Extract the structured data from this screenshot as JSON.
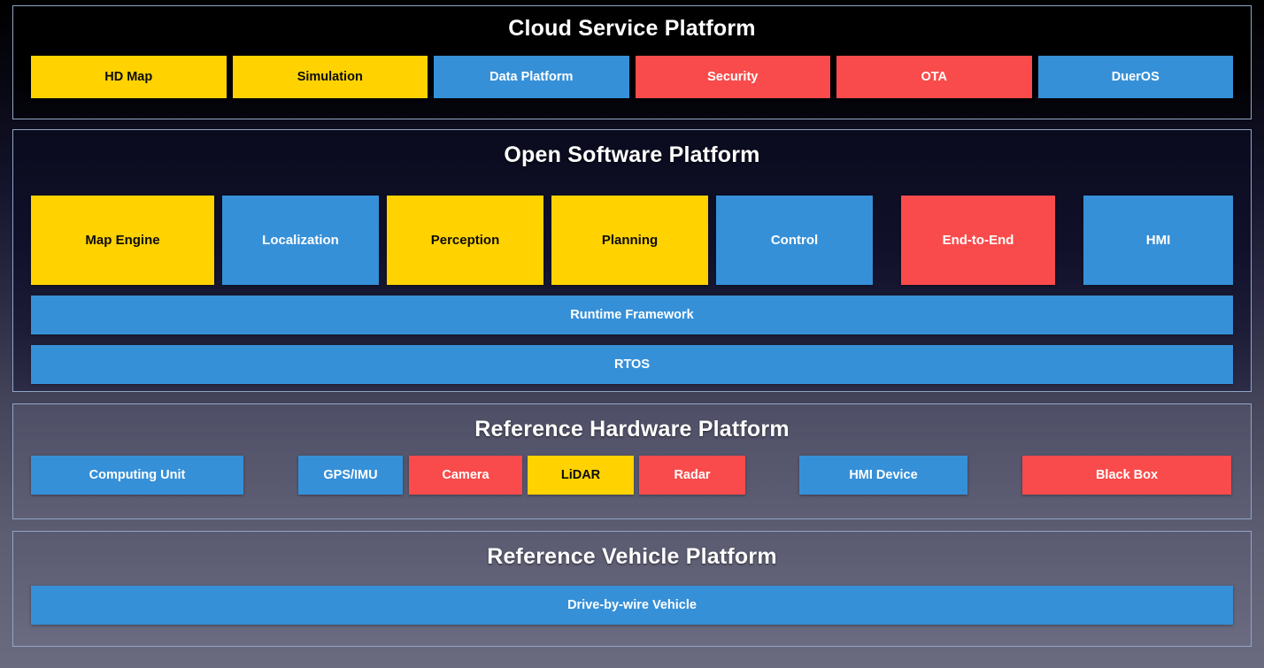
{
  "colors": {
    "yellow": "#ffd200",
    "blue": "#3690d8",
    "red": "#f94b4b",
    "panel_border": "#8fa6c4",
    "title_text": "#ffffff"
  },
  "layers": {
    "cloud": {
      "title": "Cloud Service Platform",
      "nodes": [
        {
          "label": "HD Map",
          "color": "yellow"
        },
        {
          "label": "Simulation",
          "color": "yellow"
        },
        {
          "label": "Data Platform",
          "color": "blue"
        },
        {
          "label": "Security",
          "color": "red"
        },
        {
          "label": "OTA",
          "color": "red"
        },
        {
          "label": "DuerOS",
          "color": "blue"
        }
      ]
    },
    "software": {
      "title": "Open Software Platform",
      "nodes": [
        {
          "label": "Map Engine",
          "color": "yellow"
        },
        {
          "label": "Localization",
          "color": "blue"
        },
        {
          "label": "Perception",
          "color": "yellow"
        },
        {
          "label": "Planning",
          "color": "yellow"
        },
        {
          "label": "Control",
          "color": "blue"
        },
        {
          "label": "End-to-End",
          "color": "red"
        },
        {
          "label": "HMI",
          "color": "blue"
        }
      ],
      "bars": [
        {
          "label": "Runtime Framework",
          "color": "blue"
        },
        {
          "label": "RTOS",
          "color": "blue"
        }
      ]
    },
    "hardware": {
      "title": "Reference Hardware Platform",
      "nodes": [
        {
          "label": "Computing Unit",
          "color": "blue"
        },
        {
          "label": "GPS/IMU",
          "color": "blue"
        },
        {
          "label": "Camera",
          "color": "red"
        },
        {
          "label": "LiDAR",
          "color": "yellow"
        },
        {
          "label": "Radar",
          "color": "red"
        },
        {
          "label": "HMI Device",
          "color": "blue"
        },
        {
          "label": "Black Box",
          "color": "red"
        }
      ]
    },
    "vehicle": {
      "title": "Reference Vehicle Platform",
      "bar": {
        "label": "Drive-by-wire Vehicle",
        "color": "blue"
      }
    }
  }
}
